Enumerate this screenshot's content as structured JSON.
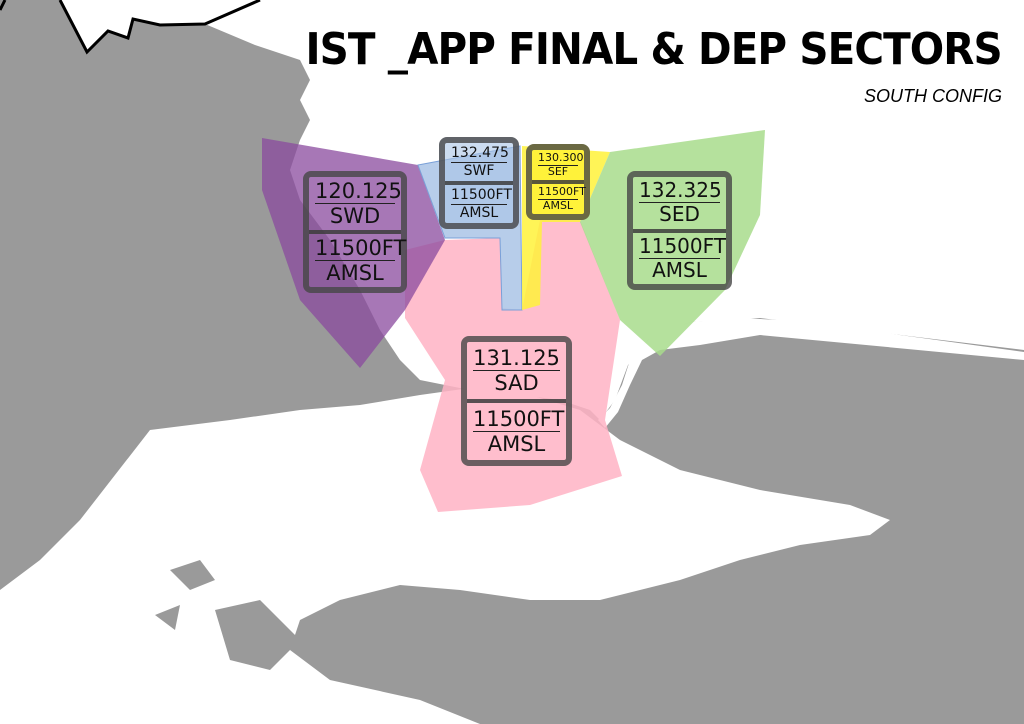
{
  "title": "IST _APP FINAL & DEP SECTORS",
  "subtitle": "SOUTH CONFIG",
  "sectors": [
    {
      "id": "SWD",
      "freq": "120.125",
      "name": "SWD",
      "alt": "11500FT",
      "ref": "AMSL",
      "color": "#8a4a9e"
    },
    {
      "id": "SWF",
      "freq": "132.475",
      "name": "SWF",
      "alt": "11500FT",
      "ref": "AMSL",
      "color": "#aac4e6"
    },
    {
      "id": "SEF",
      "freq": "130.300",
      "name": "SEF",
      "alt": "11500FT",
      "ref": "AMSL",
      "color": "#fff23a"
    },
    {
      "id": "SED",
      "freq": "132.325",
      "name": "SED",
      "alt": "11500FT",
      "ref": "AMSL",
      "color": "#a8dc8c"
    },
    {
      "id": "SAD",
      "freq": "131.125",
      "name": "SAD",
      "alt": "11500FT",
      "ref": "AMSL",
      "color": "#ffb3c4"
    }
  ]
}
